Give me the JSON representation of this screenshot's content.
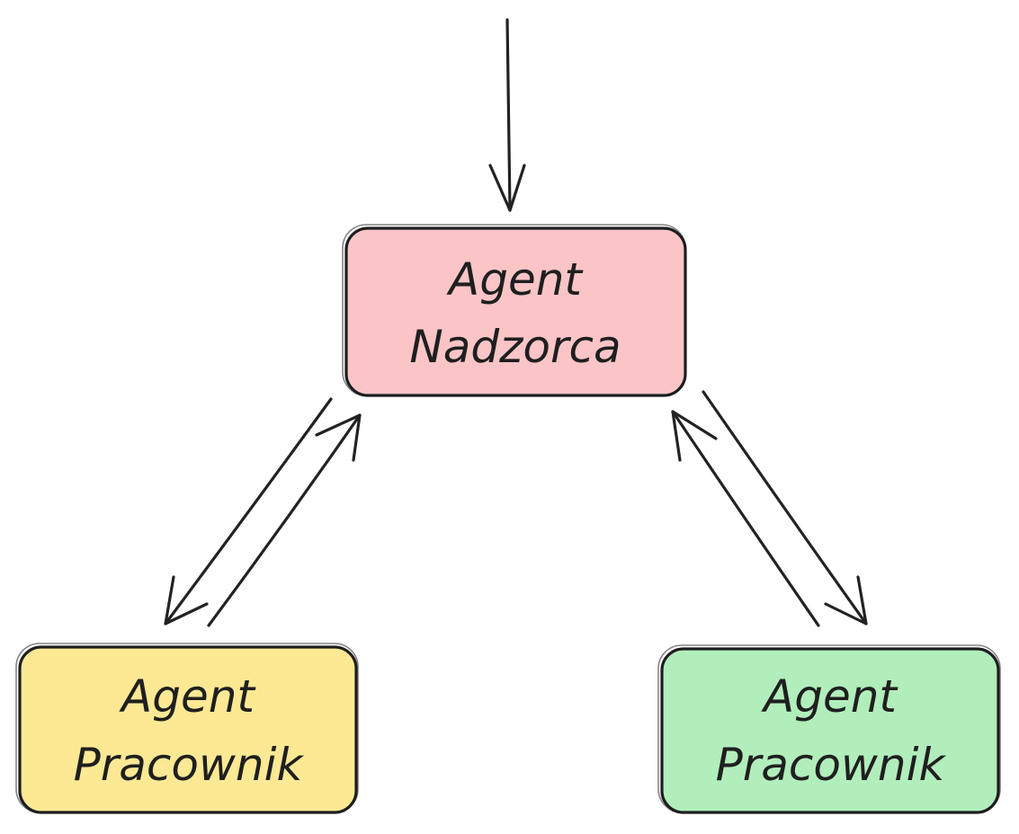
{
  "nodes": [
    {
      "id": "supervisor",
      "line1": "Agent",
      "line2": "Nadzorca",
      "fill": "#fbc5c7"
    },
    {
      "id": "worker-left",
      "line1": "Agent",
      "line2": "Pracownik",
      "fill": "#fde994"
    },
    {
      "id": "worker-right",
      "line1": "Agent",
      "line2": "Pracownik",
      "fill": "#b1eebc"
    }
  ],
  "edges": [
    {
      "id": "input-to-supervisor",
      "from": "",
      "to": "supervisor"
    },
    {
      "id": "supervisor-to-worker-left",
      "from": "supervisor",
      "to": "worker-left"
    },
    {
      "id": "worker-left-to-supervisor",
      "from": "worker-left",
      "to": "supervisor"
    },
    {
      "id": "worker-right-to-supervisor",
      "from": "worker-right",
      "to": "supervisor"
    },
    {
      "id": "supervisor-to-worker-right",
      "from": "supervisor",
      "to": "worker-right"
    }
  ],
  "style": {
    "stroke_color": "#222222",
    "background": "#ffffff"
  }
}
